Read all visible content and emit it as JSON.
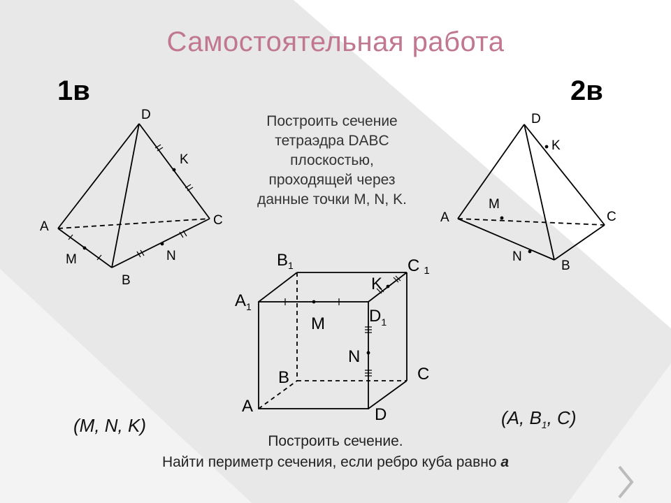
{
  "slide": {
    "title": "Самостоятельная работа",
    "variant1": "1в",
    "variant2": "2в",
    "task_lines": [
      "Построить сечение",
      "тетраэдра DABC",
      "плоскостью,",
      "проходящей через",
      "данные точки M, N, K."
    ],
    "points1": "(M, N, K)",
    "points2_pre": "(A, B",
    "points2_sub": "1",
    "points2_post": ", C)",
    "cube_task": "Построить сечение.",
    "cube_perimeter_pre": "Найти периметр сечения, если ребро куба равно ",
    "cube_perimeter_var": "a"
  },
  "tetra1": {
    "D": "D",
    "A": "A",
    "B": "B",
    "C": "C",
    "M": "M",
    "N": "N",
    "K": "K"
  },
  "tetra2": {
    "D": "D",
    "A": "A",
    "B": "B",
    "C": "C",
    "M": "M",
    "N": "N",
    "K": "K"
  },
  "cube": {
    "A": "A",
    "B": "B",
    "C": "C",
    "D": "D",
    "A1": "A",
    "B1": "B",
    "C1": "C",
    "D1": "D",
    "sub": "1",
    "M": "M",
    "N": "N",
    "K": "K"
  },
  "colors": {
    "title": "#c0778f",
    "background_band": "#e8e8e8"
  },
  "icons": {
    "bottom_right": "chevron-right-icon"
  }
}
